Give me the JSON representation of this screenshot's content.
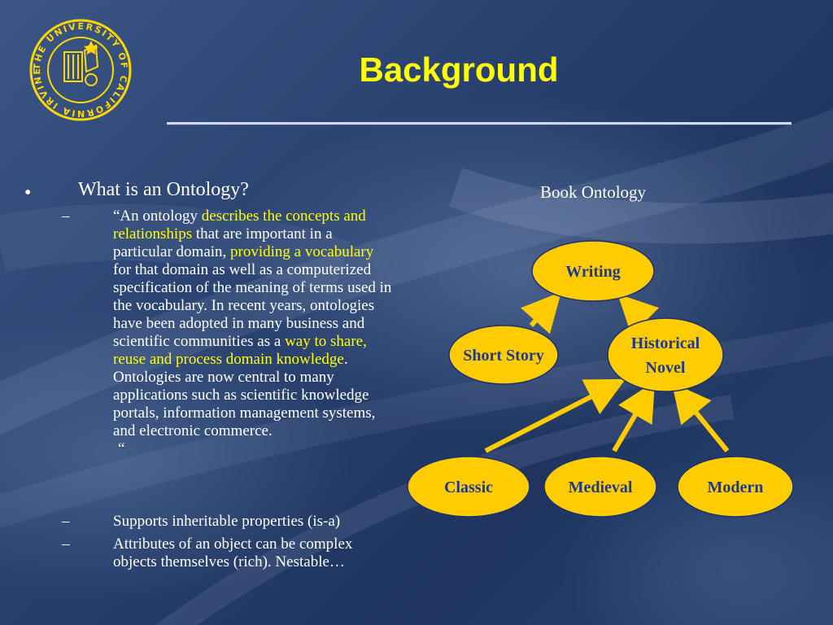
{
  "slide": {
    "title": "Background",
    "logo": {
      "icon": "university-of-california-irvine-seal",
      "text": "THE UNIVERSITY OF CALIFORNIA IRVINE"
    },
    "bullet_marker": "•",
    "bullet": "What is an Ontology?",
    "sub_marker": "–",
    "definition": {
      "p1": "“An ontology ",
      "h1": "describes the concepts and relationships",
      "p2": " that are important in a particular domain, ",
      "h2": "providing a vocabulary",
      "p3": " for that domain as well as a computerized specification of the meaning of terms used in the vocabulary. In recent years, ontologies have been adopted in many business and scientific communities as a ",
      "h3": "way to share, reuse and process domain knowledge",
      "p4": ". Ontologies are now central to many applications such as scientific knowledge portals, information management systems, and electronic commerce.",
      "close_quote": "“"
    },
    "sub_bullets": [
      "Supports inheritable properties (is-a)",
      "Attributes of an object can be complex objects themselves (rich). Nestable…"
    ],
    "highlight_color": "#ffff00"
  },
  "diagram": {
    "title": "Book Ontology",
    "node_color": "#ffcc00",
    "label_color": "#1f3a8c",
    "nodes": {
      "writing": "Writing",
      "short_story": "Short Story",
      "historical_novel_1": "Historical",
      "historical_novel_2": "Novel",
      "classic": "Classic",
      "medieval": "Medieval",
      "modern": "Modern"
    },
    "edges": [
      [
        "Short Story",
        "Writing"
      ],
      [
        "Historical Novel",
        "Writing"
      ],
      [
        "Classic",
        "Historical Novel"
      ],
      [
        "Medieval",
        "Historical Novel"
      ],
      [
        "Modern",
        "Historical Novel"
      ]
    ]
  }
}
